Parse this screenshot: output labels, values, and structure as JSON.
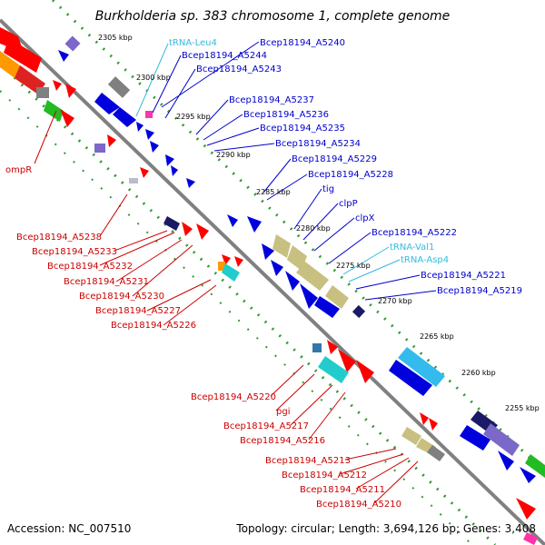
{
  "title": "Burkholderia sp. 383 chromosome 1, complete genome",
  "footer": {
    "accession": "Accession: NC_007510",
    "topology": "Topology: circular; Length: 3,694,126 bp; Genes: 3,408"
  },
  "colors": {
    "forward_label": "#0000cc",
    "reverse_label": "#cc0000",
    "rna_label": "#33bbdd",
    "backbone": "#808080",
    "tick_dots": "#339933"
  },
  "ticks": [
    {
      "label": "2305 kbp"
    },
    {
      "label": "2300 kbp"
    },
    {
      "label": "2295 kbp"
    },
    {
      "label": "2290 kbp"
    },
    {
      "label": "2285 kbp"
    },
    {
      "label": "2280 kbp"
    },
    {
      "label": "2275 kbp"
    },
    {
      "label": "2270 kbp"
    },
    {
      "label": "2265 kbp"
    },
    {
      "label": "2260 kbp"
    },
    {
      "label": "2255 kbp"
    }
  ],
  "forward_labels": [
    {
      "text": "tRNA-Leu4",
      "kind": "rna"
    },
    {
      "text": "Bcep18194_A5240",
      "kind": "gene"
    },
    {
      "text": "Bcep18194_A5244",
      "kind": "gene"
    },
    {
      "text": "Bcep18194_A5243",
      "kind": "gene"
    },
    {
      "text": "Bcep18194_A5237",
      "kind": "gene"
    },
    {
      "text": "Bcep18194_A5236",
      "kind": "gene"
    },
    {
      "text": "Bcep18194_A5235",
      "kind": "gene"
    },
    {
      "text": "Bcep18194_A5234",
      "kind": "gene"
    },
    {
      "text": "Bcep18194_A5229",
      "kind": "gene"
    },
    {
      "text": "Bcep18194_A5228",
      "kind": "gene"
    },
    {
      "text": "tig",
      "kind": "gene"
    },
    {
      "text": "clpP",
      "kind": "gene"
    },
    {
      "text": "clpX",
      "kind": "gene"
    },
    {
      "text": "Bcep18194_A5222",
      "kind": "gene"
    },
    {
      "text": "tRNA-Val1",
      "kind": "rna"
    },
    {
      "text": "tRNA-Asp4",
      "kind": "rna"
    },
    {
      "text": "Bcep18194_A5221",
      "kind": "gene"
    },
    {
      "text": "Bcep18194_A5219",
      "kind": "gene"
    }
  ],
  "reverse_labels": [
    {
      "text": "ompR"
    },
    {
      "text": "Bcep18194_A5238"
    },
    {
      "text": "Bcep18194_A5233"
    },
    {
      "text": "Bcep18194_A5232"
    },
    {
      "text": "Bcep18194_A5231"
    },
    {
      "text": "Bcep18194_A5230"
    },
    {
      "text": "Bcep18194_A5227"
    },
    {
      "text": "Bcep18194_A5226"
    },
    {
      "text": "Bcep18194_A5220"
    },
    {
      "text": "pgi"
    },
    {
      "text": "Bcep18194_A5217"
    },
    {
      "text": "Bcep18194_A5216"
    },
    {
      "text": "Bcep18194_A5213"
    },
    {
      "text": "Bcep18194_A5212"
    },
    {
      "text": "Bcep18194_A5211"
    },
    {
      "text": "Bcep18194_A5210"
    }
  ]
}
